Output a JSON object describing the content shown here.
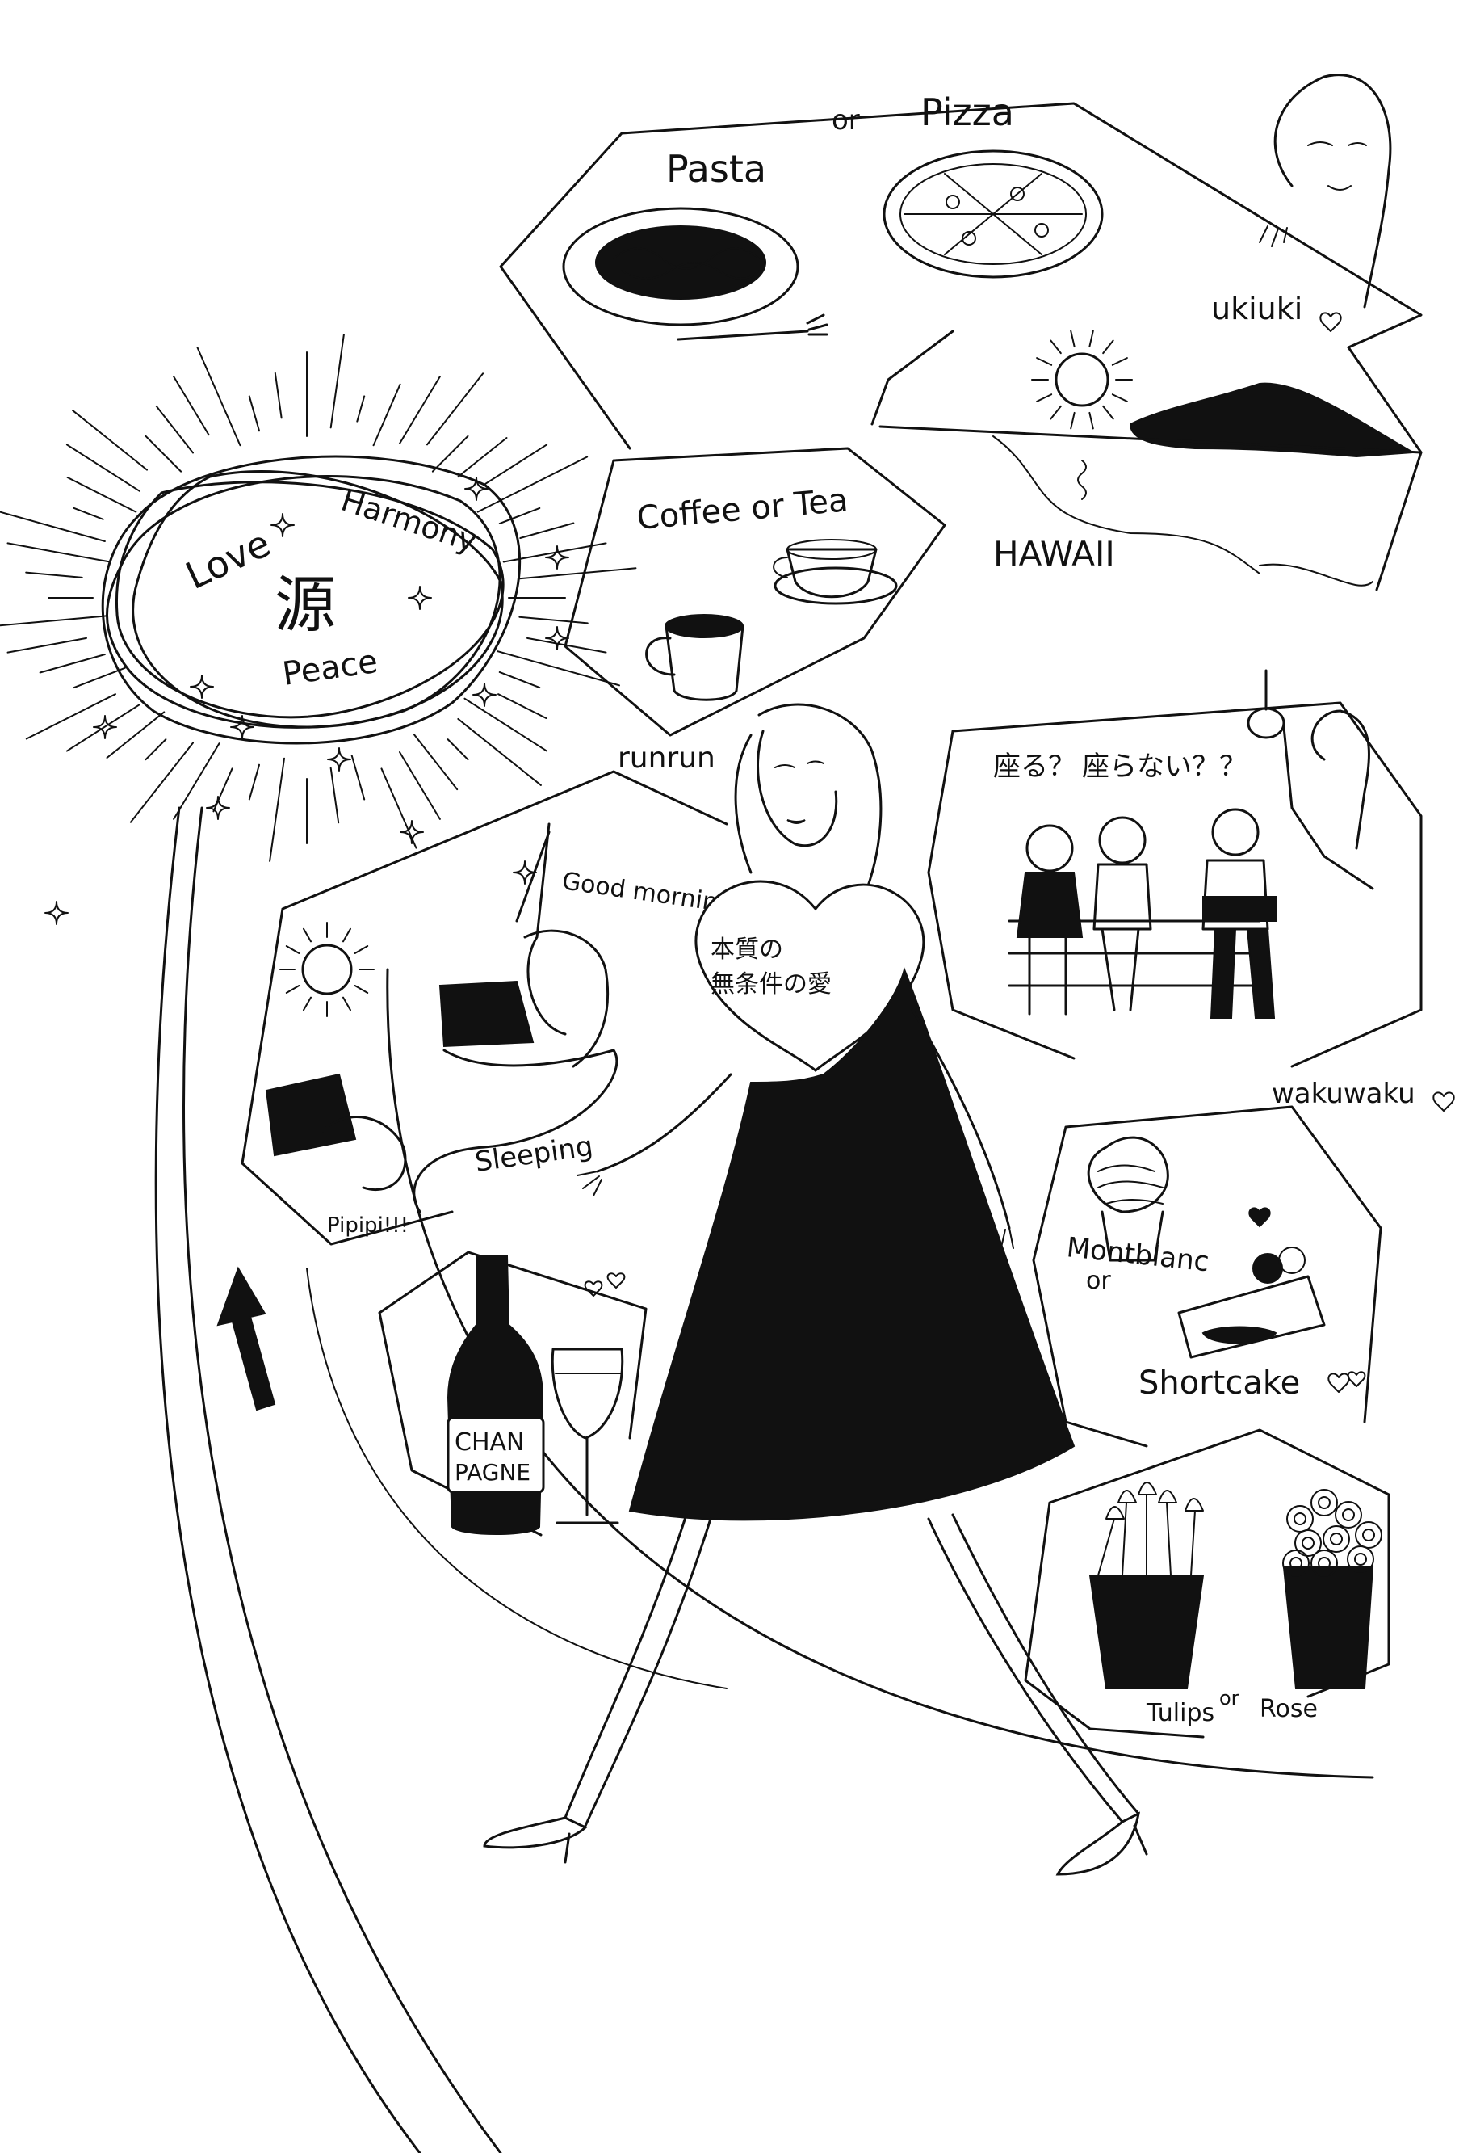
{
  "center": {
    "source_kanji": "源",
    "love": "Love",
    "harmony": "Harmony",
    "peace": "Peace"
  },
  "heart": {
    "line1": "本質の",
    "line2": "無条件の愛"
  },
  "labels": {
    "pasta": "Pasta",
    "or_food": "or",
    "pizza": "Pizza",
    "ukiuki": "ukiuki",
    "hawaii": "HAWAII",
    "coffee_or_tea": "Coffee or Tea",
    "runrun": "runrun",
    "suwaru": "座る？",
    "suwaranai": "座らない？？",
    "good_morning": "Good morning!",
    "sleeping": "Sleeping",
    "pipipi": "Pipipi!!!",
    "wakuwaku": "wakuwaku",
    "montblanc": "Montblanc",
    "or_cake": "or",
    "shortcake": "Shortcake",
    "bottle_line1": "CHAN",
    "bottle_line2": "PAGNE",
    "tulips": "Tulips",
    "or_flowers": "or",
    "rose": "Rose"
  },
  "icons": {
    "arrow": "up-arrow-icon",
    "sun": "sun-icon",
    "heart": "heart-icon",
    "sparkle": "sparkle-icon"
  },
  "colors": {
    "ink": "#111111",
    "paper": "#ffffff"
  }
}
